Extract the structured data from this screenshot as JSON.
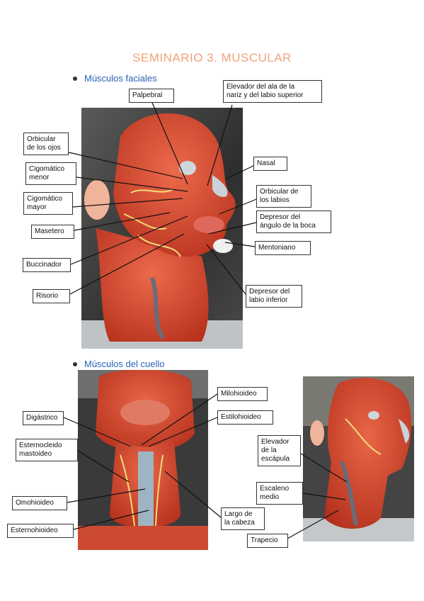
{
  "title": "SEMINARIO 3. MUSCULAR",
  "sections": {
    "faciales": "Músculos faciales",
    "cuello": "Músculos del cuello"
  },
  "labels": {
    "palpebral": "Palpebral",
    "elevador_ala": "Elevador del ala de la\nnariz y del labio superior",
    "orbicular_ojos": "Orbicular\nde los ojos",
    "nasal": "Nasal",
    "cigomatico_menor": "Cigomático\nmenor",
    "orbicular_labios": "Orbicular de\nlos labios",
    "cigomatico_mayor": "Cigomático\nmayor",
    "depresor_angulo": "Depresor del\nángulo de la boca",
    "masetero": "Masetero",
    "mentoniano": "Mentoniano",
    "buccinador": "Buccinador",
    "risorio": "Risorio",
    "depresor_labio": "Depresor del\nlabio inferior",
    "milohioideo": "Milohioideo",
    "digastrico": "Digástrico",
    "estilohioideo": "Estilohioideo",
    "esternocleido": "Esternocleido\nmastoideo",
    "elevador_escapula": "Elevador\nde la\nescápula",
    "escaleno_medio": "Escaleno\nmedio",
    "omohioideo": "Omohioideo",
    "largo_cabeza": "Largo de\nla cabeza",
    "esternohioideo": "Esternohioideo",
    "trapecio": "Trapecio"
  },
  "colors": {
    "title": "#f0a37a",
    "section": "#2a62b4",
    "muscle": "#d9482f",
    "background_photo": "#3a3a3a"
  }
}
